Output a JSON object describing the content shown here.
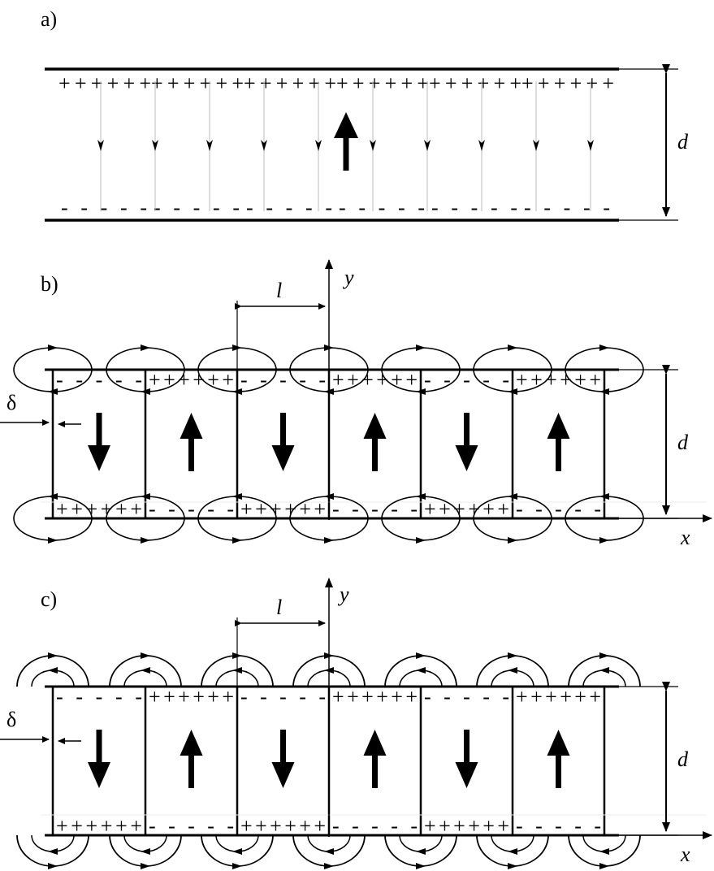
{
  "panels": {
    "a": {
      "label": "a)",
      "thickness_label": "d"
    },
    "b": {
      "label": "b)",
      "thickness_label": "d",
      "width_label": "l",
      "wall_label": "δ",
      "x_axis_label": "x",
      "y_axis_label": "y"
    },
    "c": {
      "label": "c)",
      "thickness_label": "d",
      "width_label": "l",
      "wall_label": "δ",
      "x_axis_label": "x",
      "y_axis_label": "y"
    }
  },
  "domains": {
    "count": 6,
    "magnetization": [
      "down",
      "up",
      "down",
      "up",
      "down",
      "up"
    ]
  },
  "charges": {
    "positive_group": "++++++",
    "negative_group": "- - - - -"
  },
  "colors": {
    "ink": "#000000",
    "field_line": "#bbbbbb"
  }
}
